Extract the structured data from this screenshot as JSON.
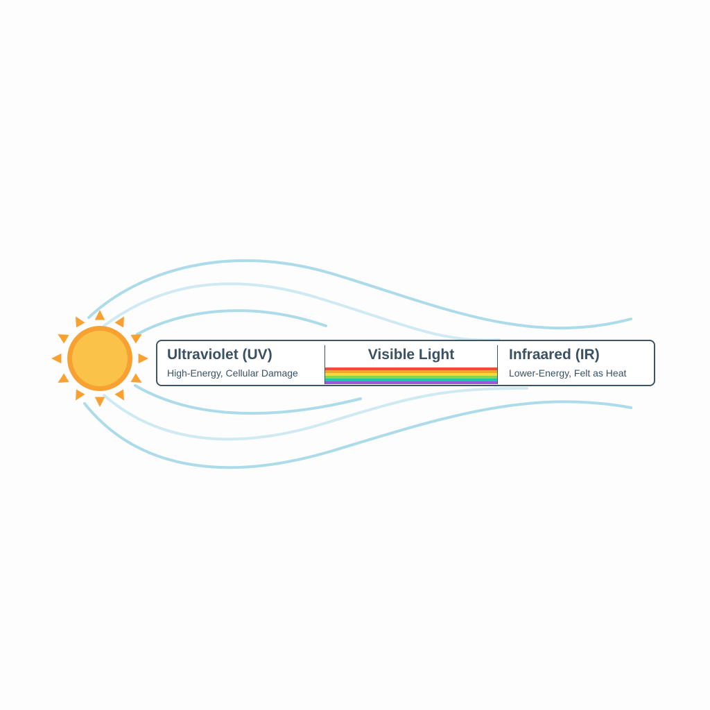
{
  "uv": {
    "title": "Ultraviolet (UV)",
    "subtitle": "High-Energy, Cellular Damage"
  },
  "visible": {
    "title": "Visible Light",
    "spectrum_colors": [
      "#ef4b43",
      "#f7a234",
      "#fbd73d",
      "#8cd24c",
      "#22c3a8",
      "#9b55d9"
    ]
  },
  "ir": {
    "title": "Infraared (IR)",
    "subtitle": "Lower-Energy, Felt as Heat"
  },
  "colors": {
    "sun_outer": "#f7a132",
    "sun_inner": "#fbc24a",
    "wave": "#a9d9e8",
    "text": "#3a5163"
  },
  "icons": {
    "sun": "sun-icon"
  }
}
